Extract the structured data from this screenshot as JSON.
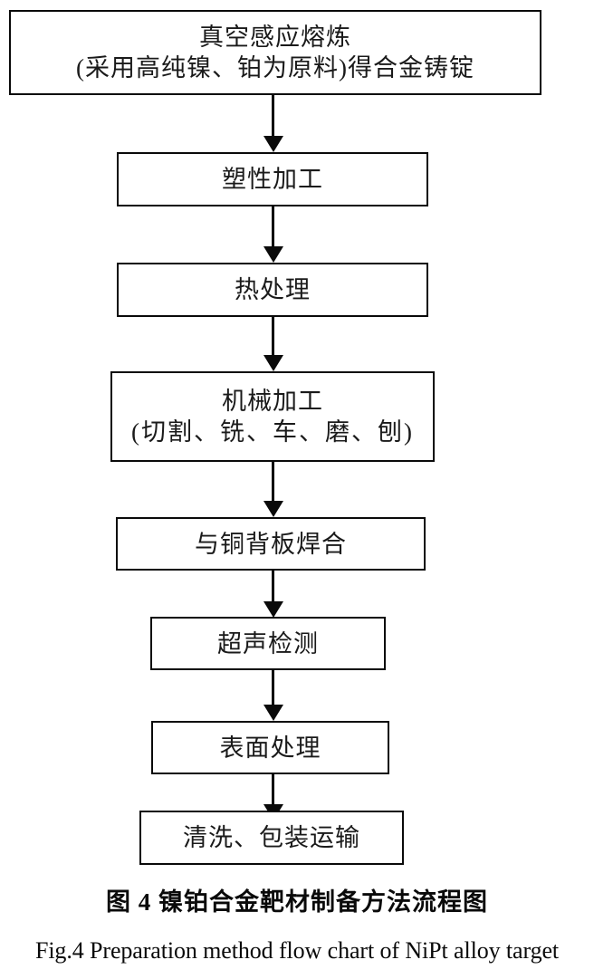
{
  "figure": {
    "nodes": [
      {
        "id": "melting",
        "lines": [
          "真空感应熔炼",
          "(采用高纯镍、铂为原料)得合金铸锭"
        ]
      },
      {
        "id": "plastic",
        "lines": [
          "塑性加工"
        ]
      },
      {
        "id": "heat",
        "lines": [
          "热处理"
        ]
      },
      {
        "id": "machining",
        "lines": [
          "机械加工",
          "(切割、铣、车、磨、刨)"
        ]
      },
      {
        "id": "welding",
        "lines": [
          "与铜背板焊合"
        ]
      },
      {
        "id": "ultrasonic",
        "lines": [
          "超声检测"
        ]
      },
      {
        "id": "surface",
        "lines": [
          "表面处理"
        ]
      },
      {
        "id": "packaging",
        "lines": [
          "清洗、包装运输"
        ]
      }
    ],
    "connectors": [
      {
        "id": "melting-to-plastic",
        "from": "melting",
        "to": "plastic"
      },
      {
        "id": "plastic-to-heat",
        "from": "plastic",
        "to": "heat"
      },
      {
        "id": "heat-to-machining",
        "from": "heat",
        "to": "machining"
      },
      {
        "id": "machining-to-welding",
        "from": "machining",
        "to": "welding"
      },
      {
        "id": "welding-to-ultrasonic",
        "from": "welding",
        "to": "ultrasonic"
      },
      {
        "id": "ultrasonic-to-surface",
        "from": "ultrasonic",
        "to": "surface"
      },
      {
        "id": "surface-to-packaging",
        "from": "surface",
        "to": "packaging"
      }
    ],
    "caption_cn": "图 4  镍铂合金靶材制备方法流程图",
    "caption_en": "Fig.4 Preparation method flow chart of NiPt alloy target",
    "colors": {
      "stroke": "#0a0a0a",
      "text": "#1a1a1a",
      "background": "#ffffff"
    }
  }
}
